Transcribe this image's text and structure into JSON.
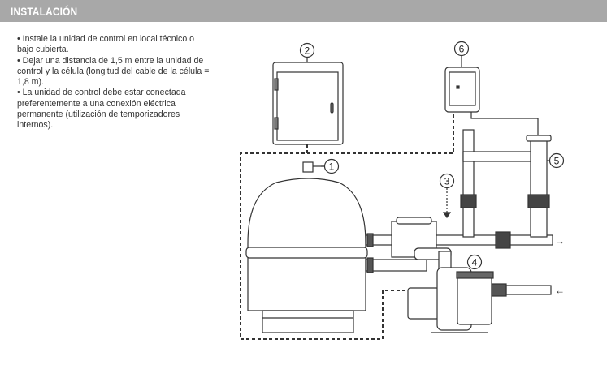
{
  "header": {
    "title": "INSTALACIÓN"
  },
  "instructions": [
    "• Instale la unidad de control en local técnico o bajo cubierta.",
    "• Dejar una distancia de 1,5  m entre la unidad de control y la célula (longitud del cable de la célula = 1,8 m).",
    "• La unidad de control debe estar conectada preferentemente a una conexión eléctrica permanente (utilización de temporizadores internos)."
  ],
  "diagram": {
    "callouts": [
      "1",
      "2",
      "3",
      "4",
      "5",
      "6"
    ],
    "flow_out_arrow": "→",
    "flow_in_arrow": "←"
  }
}
